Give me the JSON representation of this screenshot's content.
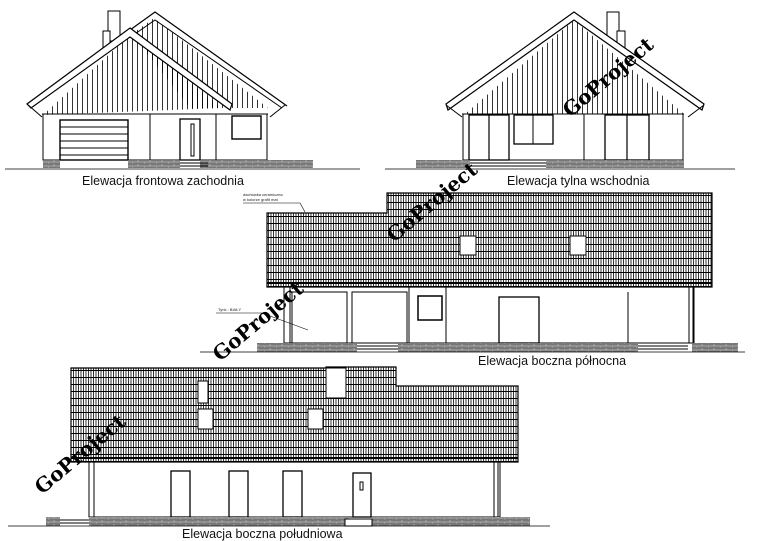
{
  "drawing": {
    "elevations": [
      {
        "id": "front",
        "label": "Elewacja frontowa zachodnia"
      },
      {
        "id": "rear",
        "label": "Elewacja tylna wschodnia"
      },
      {
        "id": "north",
        "label": "Elewacja boczna północna"
      },
      {
        "id": "south",
        "label": "Elewacja boczna południowa"
      }
    ],
    "annotations": {
      "roof_note_line1": "dachówka ceramiczna",
      "roof_note_line2": "w kolorze grafit mat",
      "plaster_note": "Tynk : BIAŁY"
    },
    "watermark": "GoProject",
    "colors": {
      "line": "#000000",
      "background": "#ffffff",
      "plinth": "#555555"
    }
  }
}
